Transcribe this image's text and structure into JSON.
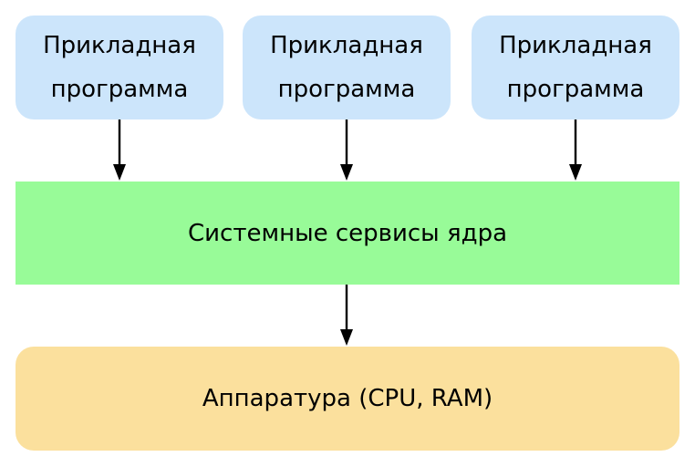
{
  "applications": [
    {
      "line1": "Прикладная",
      "line2": "программа"
    },
    {
      "line1": "Прикладная",
      "line2": "программа"
    },
    {
      "line1": "Прикладная",
      "line2": "программа"
    }
  ],
  "kernel": {
    "label": "Системные сервисы ядра"
  },
  "hardware": {
    "label": "Аппаратура (CPU, RAM)"
  },
  "colors": {
    "application_fill": "#cce5fb",
    "kernel_fill": "#98fb98",
    "hardware_fill": "#fbe09d",
    "arrow": "#000000"
  }
}
